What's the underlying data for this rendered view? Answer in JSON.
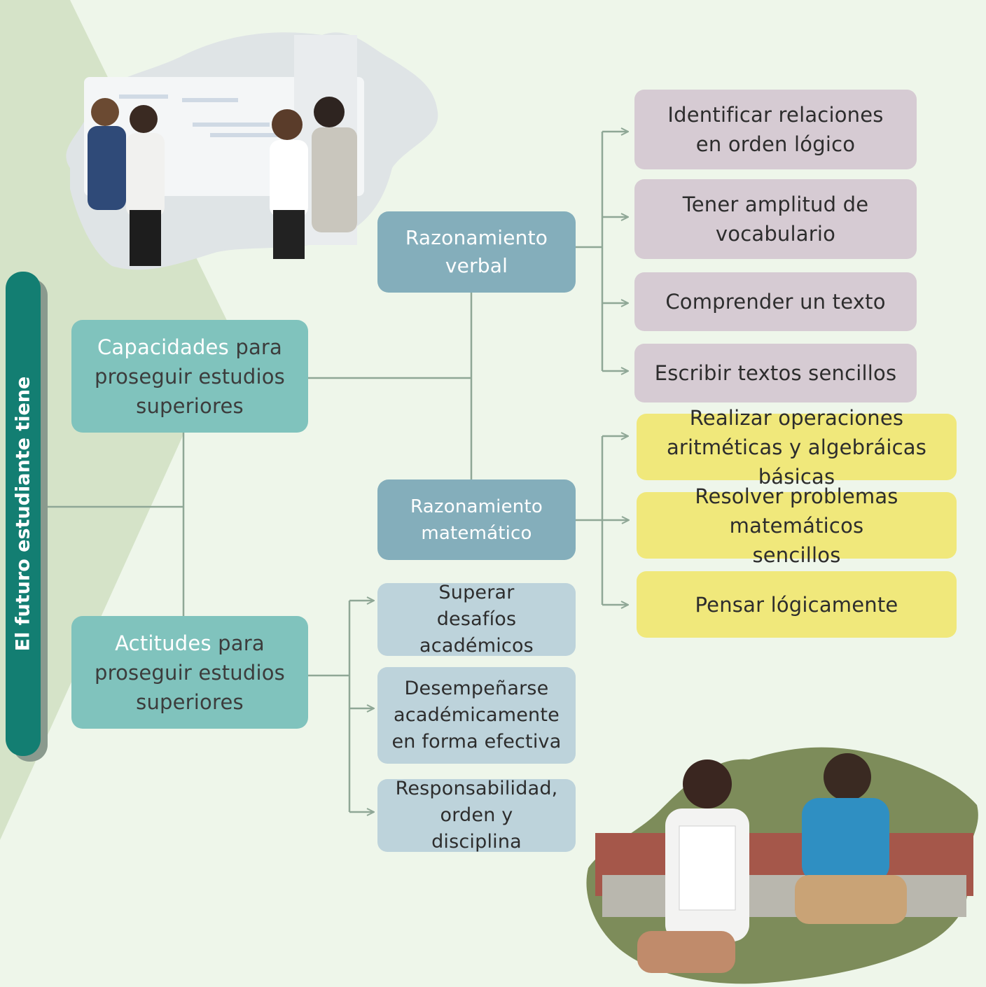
{
  "title": "El futuro estudiante tiene",
  "capacidades": {
    "highlight": "Capacidades",
    "rest": " para proseguir estudios superiores"
  },
  "actitudes": {
    "highlight": "Actitudes",
    "rest": " para proseguir estudios superiores"
  },
  "razonamiento_verbal": {
    "label": "Razonamiento verbal",
    "items": [
      "Identificar relaciones en orden lógico",
      "Tener amplitud de vocabulario",
      "Comprender un texto",
      "Escribir textos sencillos"
    ]
  },
  "razonamiento_matematico": {
    "label": "Razonamiento matemático",
    "items": [
      "Realizar operaciones aritméticas y algebráicas básicas",
      "Resolver problemas matemáticos sencillos",
      "Pensar lógicamente"
    ]
  },
  "actitudes_items": [
    "Superar desafíos académicos",
    "Desempeñarse académicamente en forma efectiva",
    "Responsabilidad, orden y disciplina"
  ],
  "colors": {
    "background": "#eef6ea",
    "teal_box": "#80c3bd",
    "blue_box": "#84aebb",
    "lavender_box": "#d6cbd3",
    "yellow_box": "#f0e87b",
    "light_blue_box": "#bdd3db",
    "title_bar": "#137e72",
    "connector": "#8fa796"
  }
}
